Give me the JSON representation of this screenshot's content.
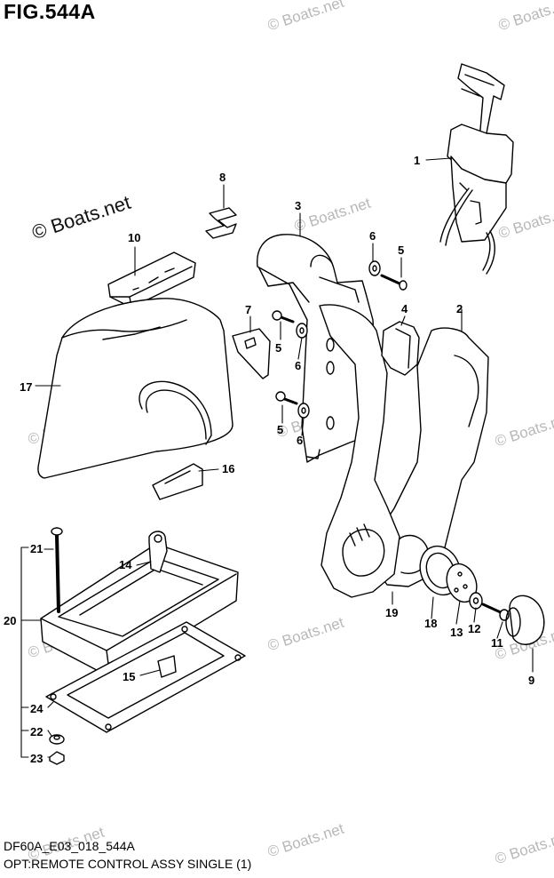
{
  "header": {
    "figure_title": "FIG.544A"
  },
  "footer": {
    "diagram_code": "DF60A_E03_018_544A",
    "caption": "OPT:REMOTE CONTROL ASSY SINGLE (1)"
  },
  "watermarks": {
    "main": "© Boats.net",
    "faint": "© Boats.net"
  },
  "callouts": [
    "1",
    "2",
    "3",
    "4",
    "5",
    "5",
    "5",
    "6",
    "6",
    "6",
    "7",
    "8",
    "9",
    "10",
    "11",
    "12",
    "13",
    "14",
    "15",
    "16",
    "17",
    "18",
    "19",
    "20",
    "21",
    "22",
    "23",
    "24"
  ],
  "colors": {
    "line": "#000000",
    "watermark": "#b8b8b8",
    "background": "#ffffff"
  }
}
